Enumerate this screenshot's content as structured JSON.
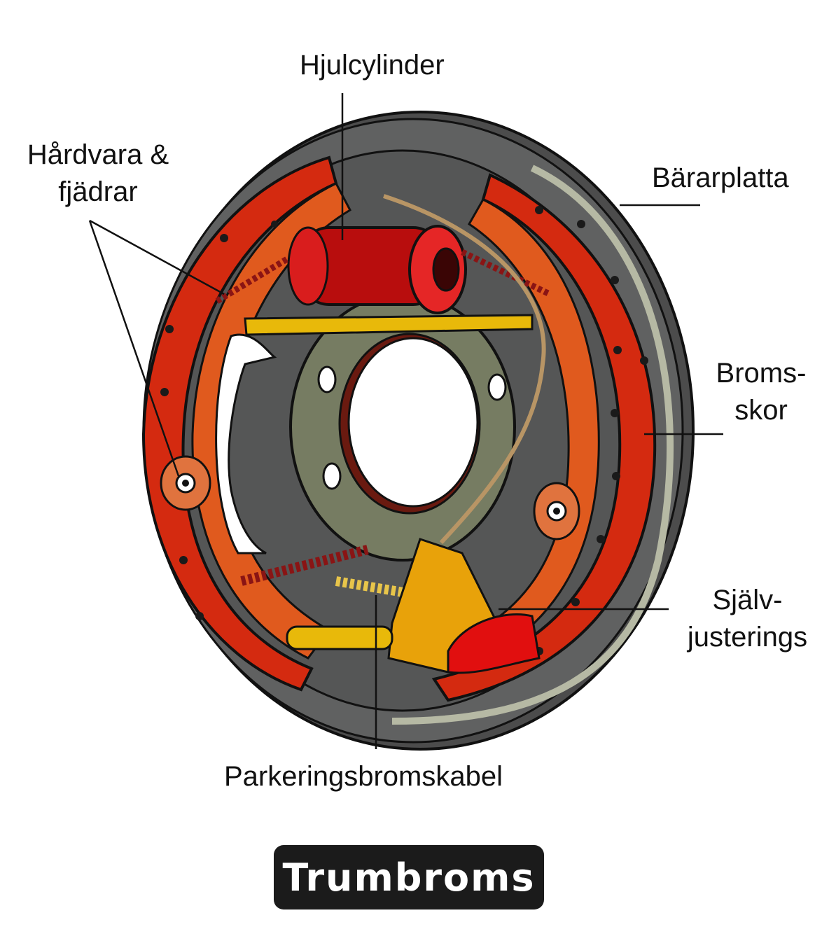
{
  "title": "Trumbroms",
  "labels": {
    "hjulcylinder": "Hjulcylinder",
    "hardvara_line1": "Hårdvara &",
    "hardvara_line2": "fjädrar",
    "bararplatta": "Bärarplatta",
    "bromsskor_line1": "Broms-",
    "bromsskor_line2": "skor",
    "sjalv_line1": "Själv-",
    "sjalv_line2": "justerings",
    "parkering": "Parkeringsbromskabel"
  },
  "colors": {
    "shoe_red": "#d42a10",
    "lining_orange": "#e05a1e",
    "backing_gray": "#5f6060",
    "hub_olive": "#767c62",
    "cylinder_red": "#b80d0d",
    "spring_dark": "#8a1414",
    "adjuster_yellow": "#e8b90a",
    "cable_tan": "#b89565"
  }
}
